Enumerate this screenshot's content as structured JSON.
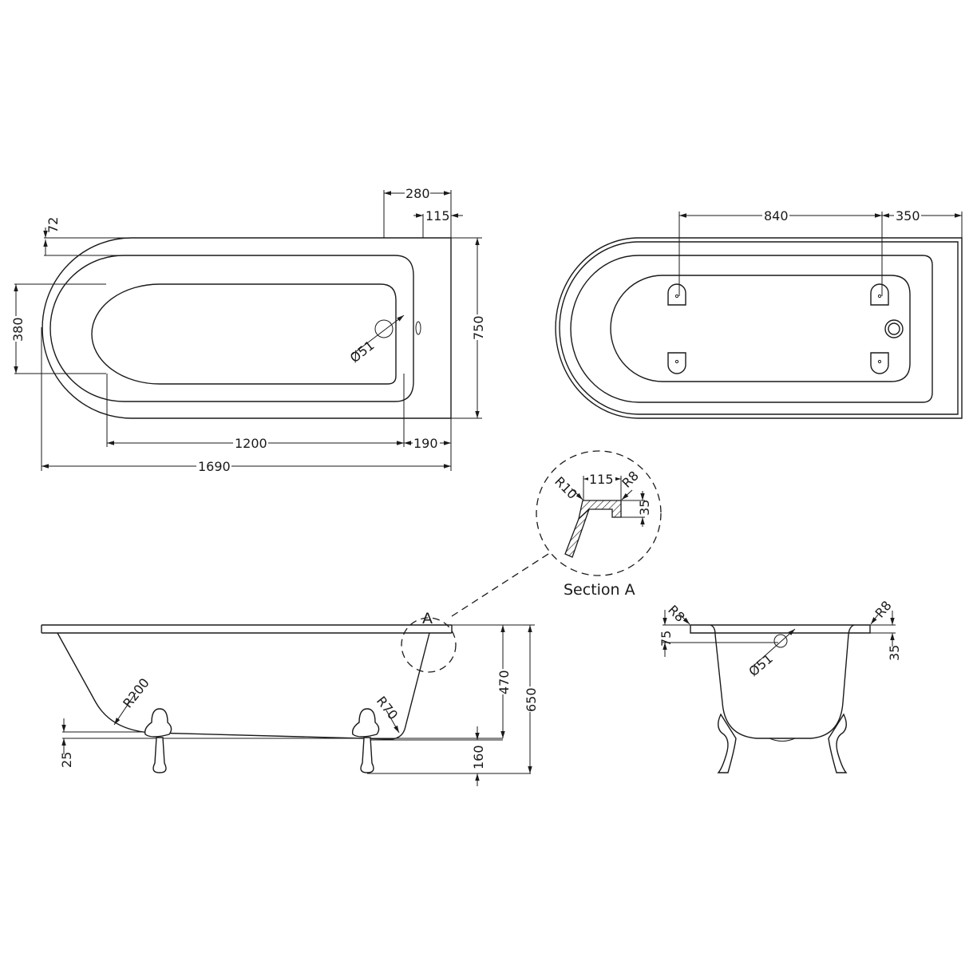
{
  "colors": {
    "line": "#1a1a1a",
    "background": "#ffffff"
  },
  "plan_view": {
    "dims": {
      "d280": "280",
      "d115": "115",
      "d72": "72",
      "d380": "380",
      "d750": "750",
      "d1200": "1200",
      "d190": "190",
      "d1690": "1690",
      "waste": "Ø51"
    }
  },
  "underside_view": {
    "dims": {
      "d840": "840",
      "d350": "350"
    }
  },
  "section_a": {
    "title": "Section A",
    "dims": {
      "r10": "R10",
      "d115": "115",
      "r8": "R8",
      "d35": "35"
    }
  },
  "side_view": {
    "callout": "A",
    "dims": {
      "r200": "R200",
      "r70": "R70",
      "d25": "25",
      "d470": "470",
      "d650": "650",
      "d160": "160"
    }
  },
  "end_view": {
    "dims": {
      "r8_left": "R8",
      "r8_right": "R8",
      "d75": "75",
      "d35": "35",
      "waste": "Ø51"
    }
  }
}
